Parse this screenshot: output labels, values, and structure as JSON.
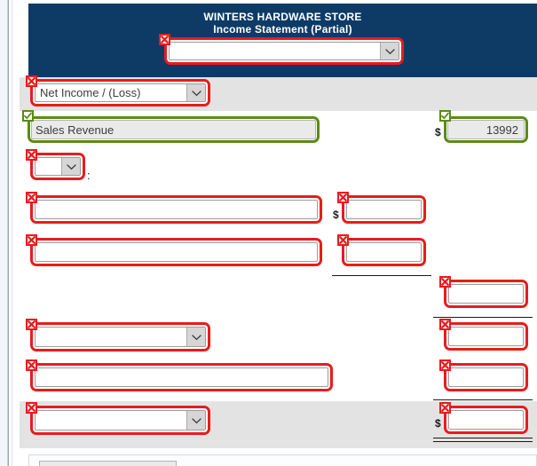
{
  "banner": {
    "line1": "WINTERS HARDWARE STORE",
    "line2": "Income Statement (Partial)"
  },
  "colors": {
    "banner_bg": "#0d3b66",
    "error_outline": "#e81c1c",
    "valid_outline": "#5b8a16",
    "row_shade": "#e3e3e3",
    "locked_field_bg": "#eaeaea"
  },
  "icons": {
    "error_marker": "x-mark-icon",
    "valid_marker": "check-mark-icon",
    "dropdown": "chevron-down-icon"
  },
  "statics": {
    "dollar": "$",
    "colon": ":"
  },
  "fields": {
    "header_period_select": {
      "value": "",
      "placeholder": ""
    },
    "statement_line_select": {
      "value": "Net Income / (Loss)"
    },
    "revenue_label": {
      "value": "Sales Revenue"
    },
    "revenue_amount": {
      "value": "13992"
    },
    "section_select": {
      "value": ""
    },
    "expense_label_1": {
      "value": ""
    },
    "expense_amount_1": {
      "value": ""
    },
    "expense_label_2": {
      "value": ""
    },
    "expense_amount_2": {
      "value": ""
    },
    "subtotal_amount": {
      "value": ""
    },
    "subtotal_select": {
      "value": ""
    },
    "subtotal_right_amount": {
      "value": ""
    },
    "other_label": {
      "value": ""
    },
    "other_amount": {
      "value": ""
    },
    "total_select": {
      "value": ""
    },
    "total_amount": {
      "value": ""
    }
  }
}
